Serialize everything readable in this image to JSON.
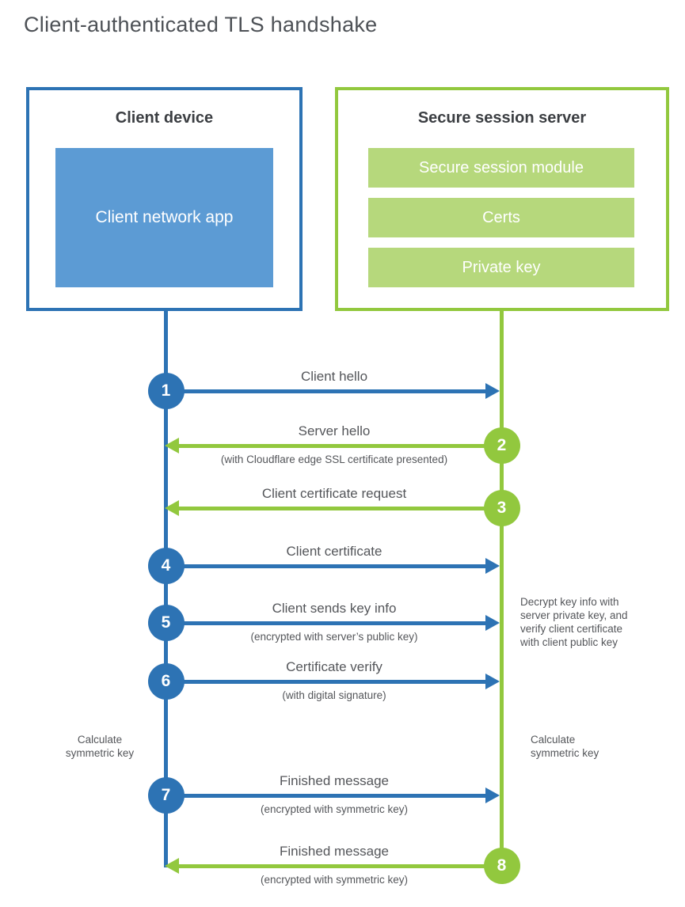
{
  "title": "Client-authenticated TLS handshake",
  "colors": {
    "blue": "#2d73b4",
    "blue_light": "#5c9bd4",
    "green": "#92c83e",
    "green_light": "#b6d87c",
    "label_text": "#54565a",
    "heading_text": "#3b3e42"
  },
  "client_box": {
    "title": "Client device",
    "app_label": "Client network app"
  },
  "server_box": {
    "title": "Secure session server",
    "modules": [
      "Secure session module",
      "Certs",
      "Private key"
    ]
  },
  "steps": [
    {
      "num": "1",
      "label": "Client hello",
      "sub": "",
      "actor": "client",
      "direction": "right"
    },
    {
      "num": "2",
      "label": "Server hello",
      "sub": "(with Cloudflare edge SSL certificate presented)",
      "actor": "server",
      "direction": "left"
    },
    {
      "num": "3",
      "label": "Client certificate request",
      "sub": "",
      "actor": "server",
      "direction": "left"
    },
    {
      "num": "4",
      "label": "Client certificate",
      "sub": "",
      "actor": "client",
      "direction": "right"
    },
    {
      "num": "5",
      "label": "Client sends key info",
      "sub": "(encrypted with server’s public key)",
      "actor": "client",
      "direction": "right"
    },
    {
      "num": "6",
      "label": "Certificate verify",
      "sub": "(with digital signature)",
      "actor": "client",
      "direction": "right"
    },
    {
      "num": "7",
      "label": "Finished message",
      "sub": "(encrypted with symmetric key)",
      "actor": "client",
      "direction": "right"
    },
    {
      "num": "8",
      "label": "Finished message",
      "sub": "(encrypted with symmetric key)",
      "actor": "server",
      "direction": "left"
    }
  ],
  "annotations": {
    "calc_left": "Calculate\nsymmetric key",
    "calc_right": "Calculate\nsymmetric key",
    "decrypt_note": "Decrypt key info with\nserver private key, and\nverify client certificate\nwith client public key"
  }
}
